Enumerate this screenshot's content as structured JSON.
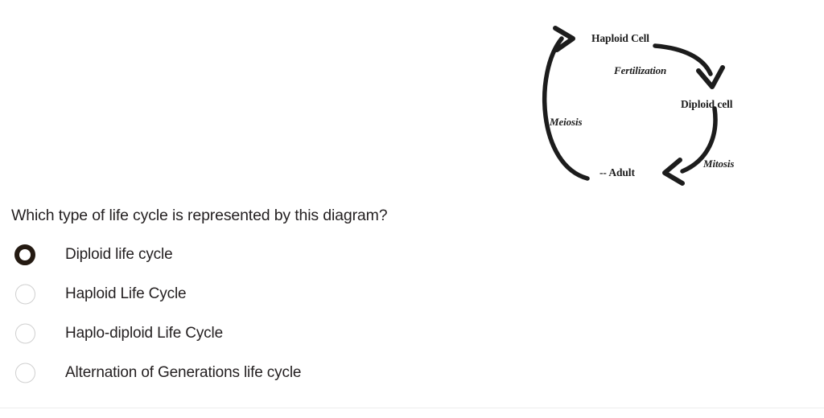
{
  "question": {
    "text": "Which type of life cycle is represented by this diagram?"
  },
  "options": [
    {
      "label": "Diploid life cycle",
      "selected": true
    },
    {
      "label": "Haploid Life Cycle",
      "selected": false
    },
    {
      "label": "Haplo-diploid Life Cycle",
      "selected": false
    },
    {
      "label": "Alternation of Generations life cycle",
      "selected": false
    }
  ],
  "diagram": {
    "type": "life-cycle-diagram",
    "nodes": [
      {
        "id": "haploid",
        "label": "Haploid Cell"
      },
      {
        "id": "diploid",
        "label": "Diploid cell"
      },
      {
        "id": "adult",
        "label": "-- Adult"
      }
    ],
    "processes": [
      {
        "id": "fertilization",
        "label": "Fertilization",
        "from": "haploid",
        "to": "diploid"
      },
      {
        "id": "mitosis",
        "label": "Mitosis",
        "from": "diploid",
        "to": "adult"
      },
      {
        "id": "meiosis",
        "label": "Meiosis",
        "from": "adult",
        "to": "haploid"
      }
    ]
  },
  "colors": {
    "text": "#231f20",
    "selected_radio": "#241a12",
    "unselected_radio": "#cfcfcf",
    "diagram_stroke": "#1c1c1c",
    "divider": "#ededed",
    "background": "#ffffff"
  }
}
